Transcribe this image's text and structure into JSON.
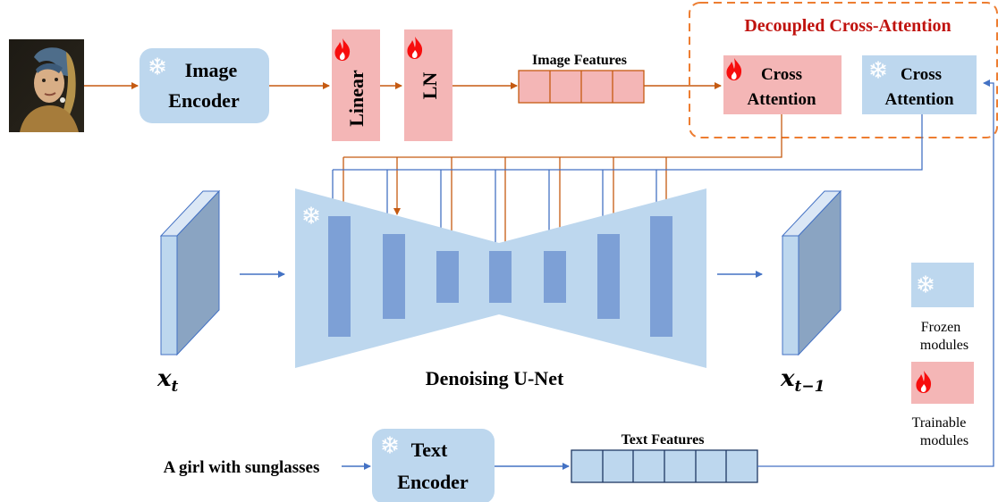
{
  "image_encoder": {
    "line1": "Image",
    "line2": "Encoder"
  },
  "linear": "Linear",
  "ln": "LN",
  "image_features": "Image Features",
  "decoupled_title": "Decoupled Cross-Attention",
  "cross_attention_trainable": {
    "line1": "Cross",
    "line2": "Attention"
  },
  "cross_attention_frozen": {
    "line1": "Cross",
    "line2": "Attention"
  },
  "unet_label": "Denoising U-Net",
  "x_t": {
    "base": "x",
    "sub": "t"
  },
  "x_t_minus_1": {
    "base": "x",
    "sub": "t−1"
  },
  "legend": {
    "frozen": {
      "line1": "Frozen",
      "line2": "modules"
    },
    "trainable": {
      "line1": "Trainable",
      "line2": "modules"
    }
  },
  "prompt_text": "A girl with sunglasses",
  "text_encoder": {
    "line1": "Text",
    "line2": "Encoder"
  },
  "text_features": "Text Features",
  "icons": {
    "frozen": "snowflake-icon",
    "trainable": "flame-icon"
  },
  "colors": {
    "frozen_fill": "#bdd7ee",
    "trainable_fill": "#f4b6b6",
    "unet_fill": "#bdd7ee",
    "unet_block": "#7da0d6",
    "orange_arrow": "#c55a11",
    "blue_arrow": "#4472c4",
    "dashed_border": "#ed7d31",
    "title_red": "#c0120e"
  }
}
